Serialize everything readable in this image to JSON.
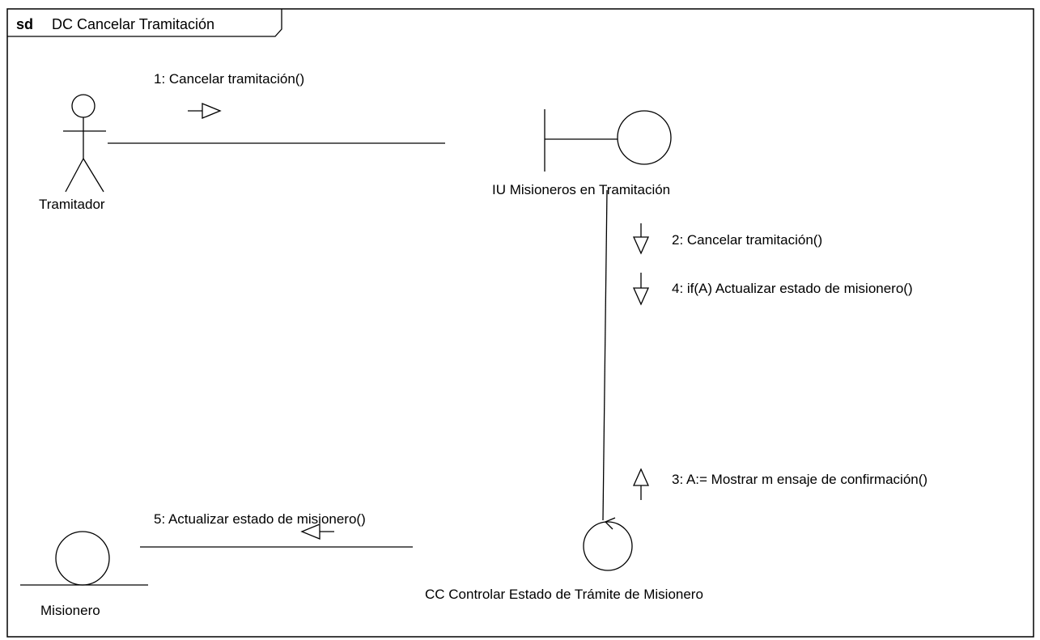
{
  "frame": {
    "keyword": "sd",
    "title": "DC Cancelar Tramitación"
  },
  "elements": {
    "actor_name": "Tramitador",
    "boundary_name": "IU Misioneros en Tramitación",
    "control_name": "CC Controlar Estado de Trámite de Misionero",
    "entity_name": "Misionero"
  },
  "messages": [
    {
      "label": "1: Cancelar tramitación()",
      "direction": "right"
    },
    {
      "label": "2: Cancelar tramitación()",
      "direction": "down"
    },
    {
      "label": "3: A:= Mostrar m ensaje de confirmación()",
      "direction": "up"
    },
    {
      "label": "4: if(A) Actualizar estado de misionero()",
      "direction": "down"
    },
    {
      "label": "5: Actualizar estado de misionero()",
      "direction": "left"
    }
  ],
  "colors": {
    "line": "#000000",
    "background": "#ffffff"
  }
}
